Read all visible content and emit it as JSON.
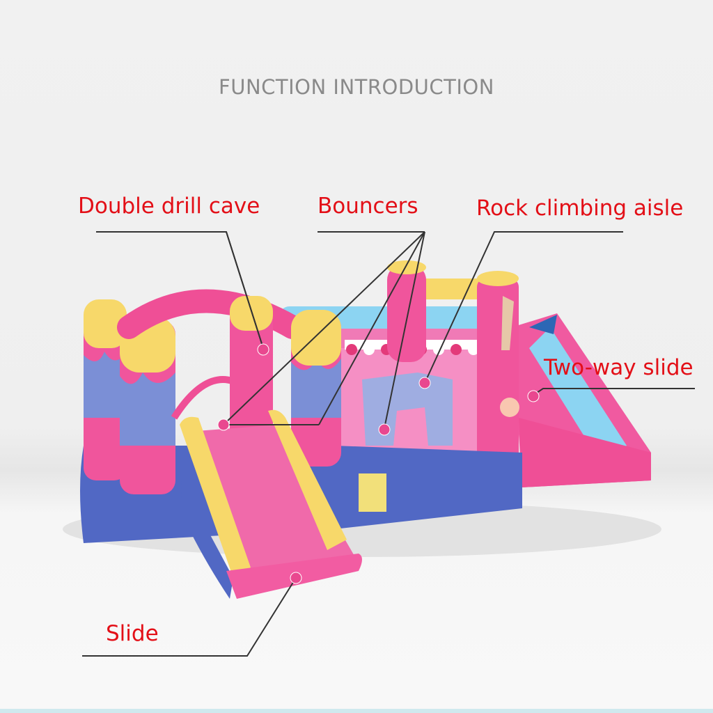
{
  "heading": "FUNCTION INTRODUCTION",
  "labels": {
    "double_drill_cave": "Double drill cave",
    "bouncers": "Bouncers",
    "rock_climbing_aisle": "Rock climbing aisle",
    "two_way_slide": "Two-way slide",
    "slide": "Slide"
  },
  "colors": {
    "label_text": "#e30f17",
    "heading_text": "#8a8a8a",
    "callout_line": "#333333",
    "pink": "#f2559a",
    "yellow": "#f7d86a",
    "blue": "#5b74c9",
    "sky": "#8fd3f0"
  }
}
